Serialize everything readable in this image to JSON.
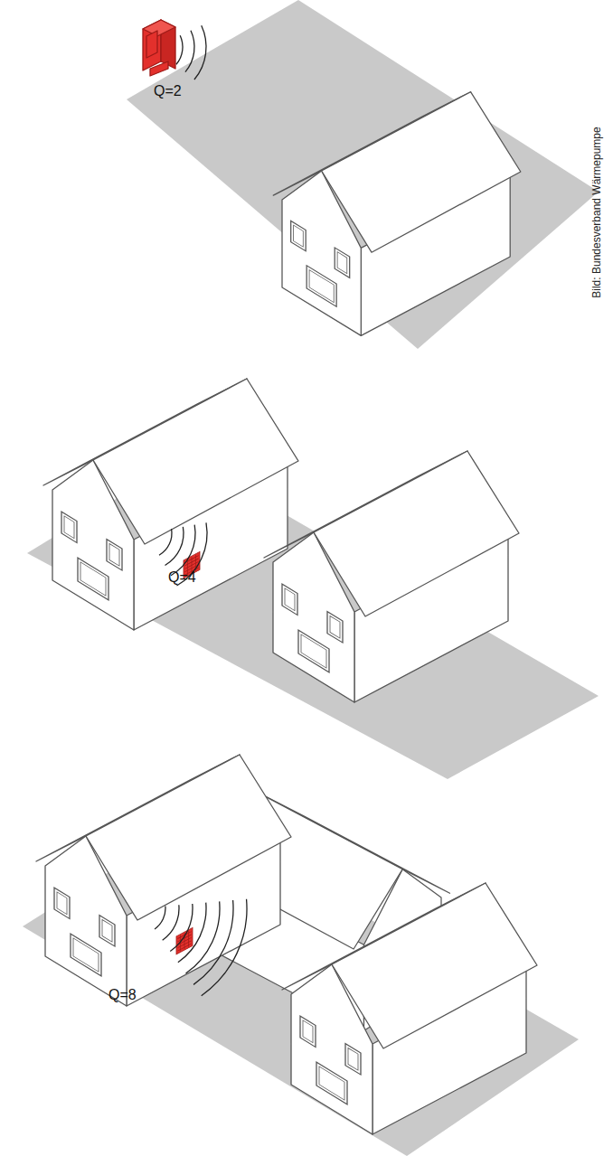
{
  "diagram": {
    "labels": [
      "Q=2",
      "Q=4",
      "Q=8",
      "Bild: Bundesverband Wärmepumpe"
    ]
  }
}
